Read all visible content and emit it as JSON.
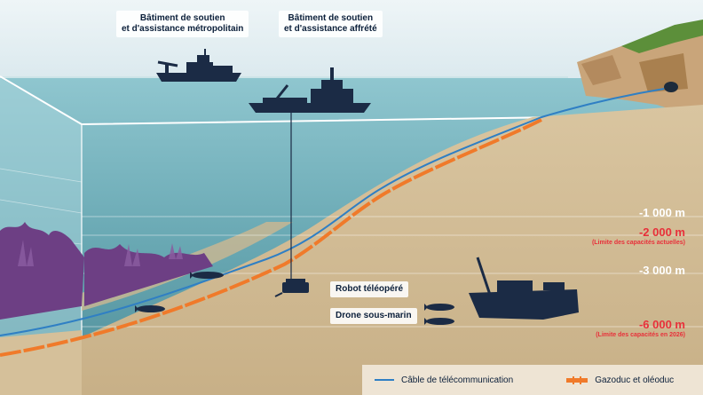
{
  "ships": [
    {
      "label_line1": "Bâtiment de soutien",
      "label_line2": "et d'assistance métropolitain"
    },
    {
      "label_line1": "Bâtiment de soutien",
      "label_line2": "et d'assistance affrété"
    }
  ],
  "equipment": {
    "rov_label": "Robot téléopéré",
    "drone_label": "Drone sous-marin"
  },
  "depths": [
    {
      "value": "-1 000 m",
      "note": "",
      "color": "#ffffff"
    },
    {
      "value": "-2 000 m",
      "note": "(Limite des capacités actuelles)",
      "color": "#e8303a"
    },
    {
      "value": "-3 000 m",
      "note": "",
      "color": "#ffffff"
    },
    {
      "value": "-6 000 m",
      "note": "(Limite des capacités en 2026)",
      "color": "#e8303a"
    }
  ],
  "legend": {
    "cable_label": "Câble de télécommunication",
    "cable_color": "#2f7fc4",
    "pipeline_label": "Gazoduc et oléoduc",
    "pipeline_color": "#f07a2a"
  }
}
